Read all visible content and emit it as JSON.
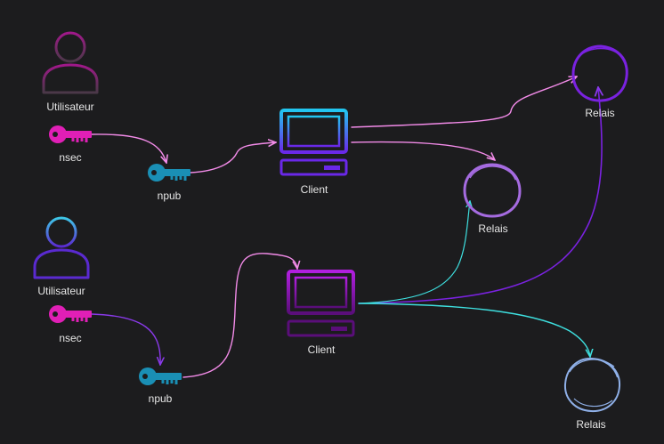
{
  "users": [
    {
      "label": "Utilisateur",
      "nsec_label": "nsec",
      "npub_label": "npub",
      "client_label": "Client"
    },
    {
      "label": "Utilisateur",
      "nsec_label": "nsec",
      "npub_label": "npub",
      "client_label": "Client"
    }
  ],
  "relays": [
    {
      "label": "Relais"
    },
    {
      "label": "Relais"
    },
    {
      "label": "Relais"
    }
  ],
  "colors": {
    "background": "#1c1c1e",
    "nsec_key": "#e01fb6",
    "npub_key": "#1a8fb5",
    "client_1": "#22b7e8",
    "client_2": "#9b1fd6",
    "arrow_pink": "#f28be8",
    "arrow_purple": "#7a22e0",
    "arrow_cyan": "#3ee0e0",
    "relay_purple": "#7a22e0",
    "relay_lavender": "#a56be0",
    "relay_blue": "#8fb0e8"
  },
  "icons": [
    "user-icon",
    "key-icon",
    "computer-icon",
    "circle-icon",
    "arrow-icon"
  ]
}
